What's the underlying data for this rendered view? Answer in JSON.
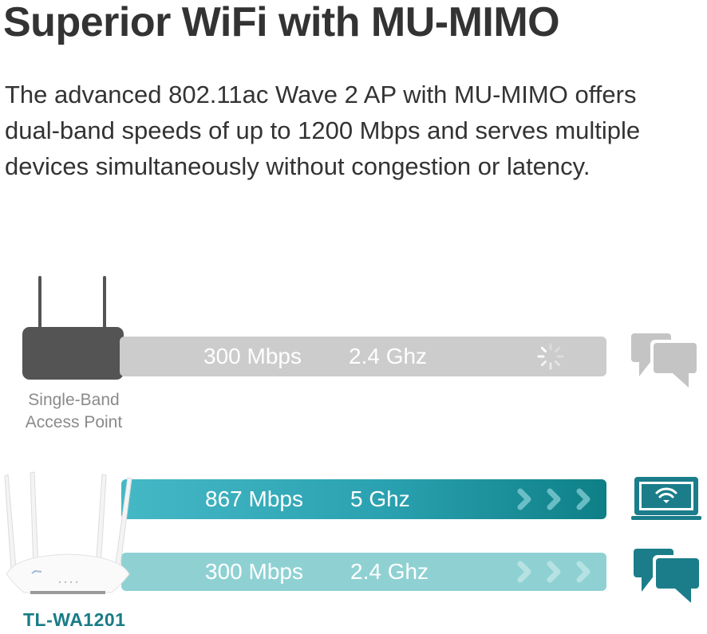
{
  "header": {
    "title": "Superior WiFi with MU-MIMO",
    "description_lines": [
      "The advanced 802.11ac Wave 2 AP with MU-MIMO offers",
      "dual-band speeds of up to 1200 Mbps and serves multiple",
      "devices simultaneously without congestion or latency."
    ]
  },
  "single_band": {
    "label_line1": "Single-Band",
    "label_line2": "Access Point",
    "bar": {
      "speed": "300 Mbps",
      "band": "2.4 Ghz",
      "status_icon": "loading-spinner-icon",
      "device_icon": "chat-bubbles-icon",
      "color": "#cccccc"
    }
  },
  "product": {
    "model": "TL-WA1201",
    "bars": [
      {
        "speed": "867 Mbps",
        "band": "5 Ghz",
        "status_icon": "triple-chevron-icon",
        "device_icon": "laptop-wifi-icon",
        "color": "#2aa1b0"
      },
      {
        "speed": "300 Mbps",
        "band": "2.4 Ghz",
        "status_icon": "triple-chevron-icon",
        "device_icon": "chat-bubbles-icon",
        "color": "#8fd1d3"
      }
    ]
  },
  "colors": {
    "text_dark": "#333333",
    "label_gray": "#8a8a8a",
    "model_teal": "#197c86",
    "icon_gray": "#c4c4c4",
    "icon_teal": "#1b7d8a"
  }
}
